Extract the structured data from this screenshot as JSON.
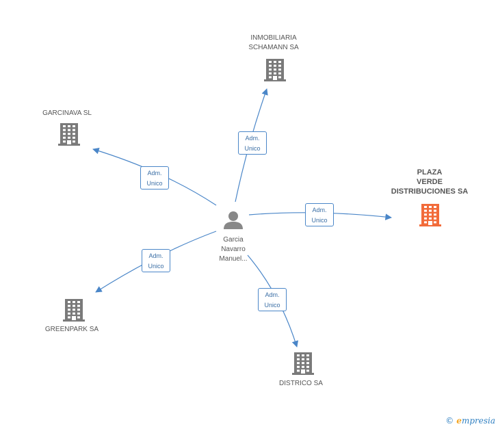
{
  "colors": {
    "edge": "#4a86c8",
    "building": "#7a7a7a",
    "building_focus": "#f26b3a",
    "person": "#888888"
  },
  "center": {
    "name_lines": [
      "Garcia",
      "Navarro",
      "Manuel..."
    ],
    "icon": "person-icon"
  },
  "edge_label": [
    "Adm.",
    "Unico"
  ],
  "companies": {
    "inmobiliaria": {
      "name_lines": [
        "INMOBILIARIA",
        "SCHAMANN SA"
      ],
      "icon": "building-icon"
    },
    "garcinava": {
      "name_lines": [
        "GARCINAVA SL"
      ],
      "icon": "building-icon"
    },
    "plaza": {
      "name_lines": [
        "PLAZA",
        "VERDE",
        "DISTRIBUCIONES SA"
      ],
      "icon": "building-icon"
    },
    "greenpark": {
      "name_lines": [
        "GREENPARK SA"
      ],
      "icon": "building-icon"
    },
    "districo": {
      "name_lines": [
        "DISTRICO SA"
      ],
      "icon": "building-icon"
    }
  },
  "brand": {
    "copyright": "©",
    "initial": "e",
    "rest": "mpresia"
  }
}
